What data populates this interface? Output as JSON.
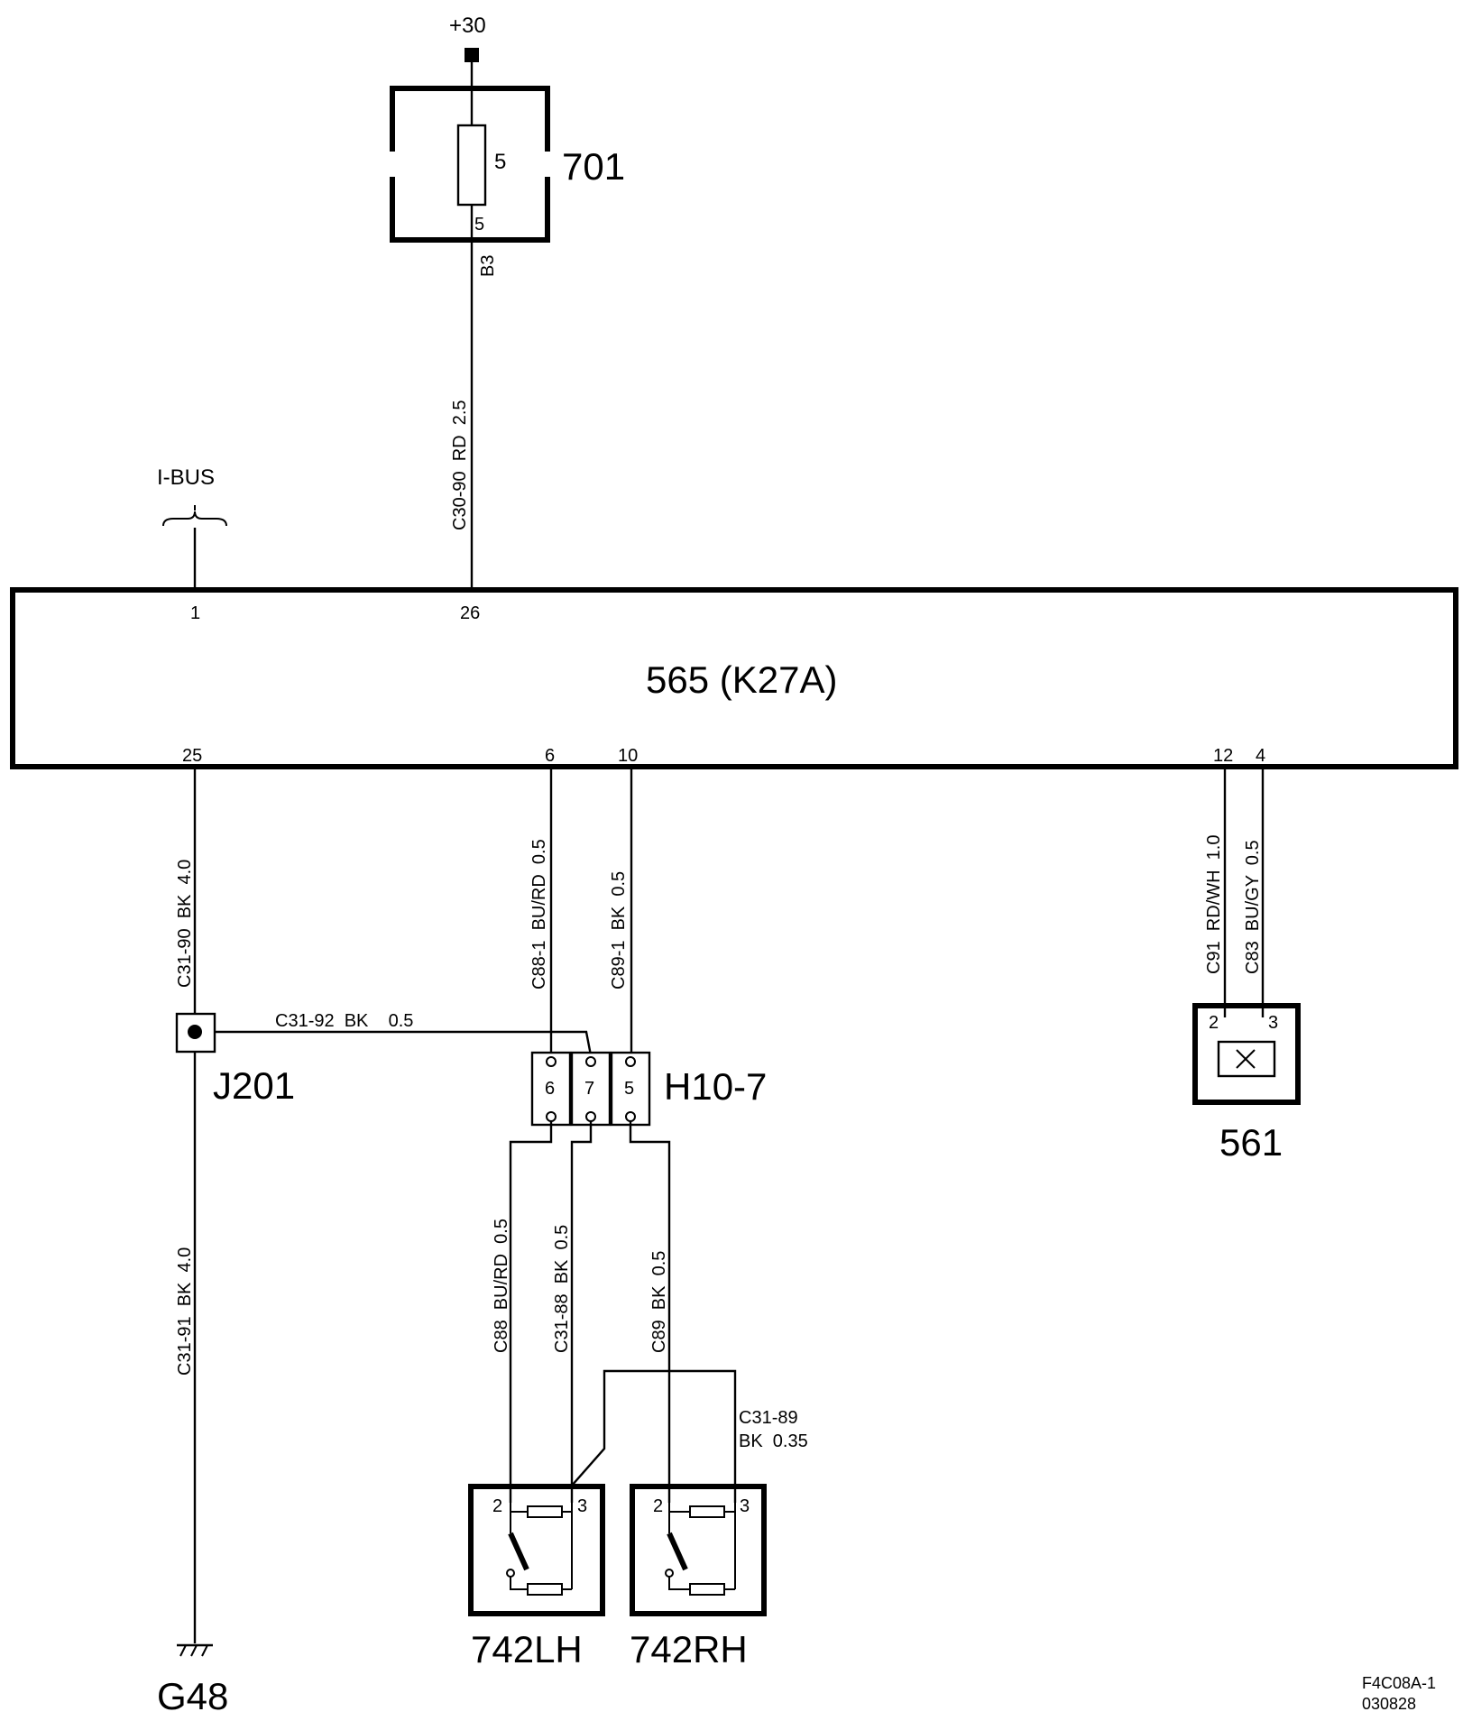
{
  "supply": {
    "label": "+30"
  },
  "fuse": {
    "id": "701",
    "value": "5",
    "pin": "5",
    "terminal": "B3"
  },
  "bus": {
    "label": "I-BUS"
  },
  "control_unit": {
    "label": "565 (K27A)",
    "pins": {
      "ibus": "1",
      "supply": "26",
      "ground": "25",
      "p6": "6",
      "p10": "10",
      "p12": "12",
      "p4": "4"
    }
  },
  "wires": {
    "c30_90": "C30-90  RD  2.5",
    "c31_90": "C31-90  BK  4.0",
    "c31_92": "C31-92  BK    0.5",
    "c88_1": "C88-1  BU/RD  0.5",
    "c89_1": "C89-1  BK  0.5",
    "c91": "C91  RD/WH  1.0",
    "c83": "C83  BU/GY  0.5",
    "c31_91": "C31-91  BK  4.0",
    "c88": "C88  BU/RD  0.5",
    "c31_88": "C31-88  BK  0.5",
    "c89": "C89  BK  0.5",
    "c31_89_a": "C31-89",
    "c31_89_b": "BK  0.35"
  },
  "splice": {
    "id": "J201"
  },
  "connector": {
    "id": "H10-7",
    "pins": [
      "6",
      "7",
      "5"
    ]
  },
  "component_561": {
    "id": "561",
    "pin_a": "2",
    "pin_b": "3"
  },
  "switch_lh": {
    "id": "742LH",
    "pin_a": "2",
    "pin_b": "3"
  },
  "switch_rh": {
    "id": "742RH",
    "pin_a": "2",
    "pin_b": "3"
  },
  "ground": {
    "id": "G48"
  },
  "footer": {
    "code": "F4C08A-1",
    "date": "030828"
  }
}
